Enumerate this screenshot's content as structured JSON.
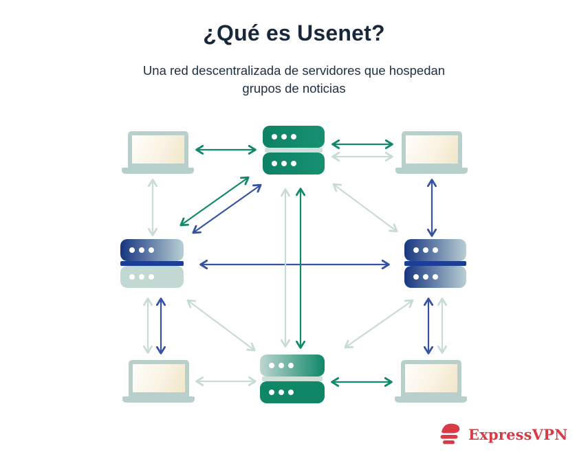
{
  "header": {
    "title": "¿Qué es Usenet?",
    "subtitle": "Una red descentralizada de servidores que hospedan grupos de noticias"
  },
  "brand": {
    "name": "ExpressVPN",
    "logo_icon": "expressvpn-flag-icon",
    "color": "#da3a44"
  },
  "colors": {
    "green": "#12886b",
    "navy_arrow": "#3553a2",
    "navy_dark": "#1c3e97",
    "pale": "#c9dbd6",
    "laptop_body": "#b7d0cb",
    "screen_cream": "#f1e6c9",
    "heading_text": "#16283a",
    "background": "#ffffff"
  },
  "diagram": {
    "description": "Red Usenet descentralizada: laptops cliente y servidores de noticias interconectados con flechas bidireccionales",
    "nodes": [
      {
        "id": "laptop-top-left",
        "type": "laptop-client"
      },
      {
        "id": "server-top",
        "type": "news-server-green"
      },
      {
        "id": "laptop-top-right",
        "type": "laptop-client"
      },
      {
        "id": "server-left",
        "type": "news-server-blue"
      },
      {
        "id": "server-right",
        "type": "news-server-blue"
      },
      {
        "id": "server-bottom",
        "type": "news-server-green"
      },
      {
        "id": "laptop-bottom-left",
        "type": "laptop-client"
      },
      {
        "id": "laptop-bottom-right",
        "type": "laptop-client"
      }
    ],
    "connections": [
      {
        "from": "laptop-top-left",
        "to": "server-top",
        "colors": [
          "green"
        ],
        "bidirectional": true
      },
      {
        "from": "server-top",
        "to": "laptop-top-right",
        "colors": [
          "green",
          "pale"
        ],
        "bidirectional": true
      },
      {
        "from": "laptop-top-left",
        "to": "server-left",
        "colors": [
          "pale"
        ],
        "bidirectional": true
      },
      {
        "from": "laptop-top-right",
        "to": "server-right",
        "colors": [
          "navy"
        ],
        "bidirectional": true
      },
      {
        "from": "server-top",
        "to": "server-left",
        "colors": [
          "green",
          "navy"
        ],
        "bidirectional": true
      },
      {
        "from": "server-top",
        "to": "server-right",
        "colors": [
          "pale"
        ],
        "bidirectional": true
      },
      {
        "from": "server-left",
        "to": "server-right",
        "colors": [
          "navy"
        ],
        "bidirectional": true
      },
      {
        "from": "server-top",
        "to": "server-bottom",
        "colors": [
          "pale",
          "green"
        ],
        "bidirectional": true
      },
      {
        "from": "server-left",
        "to": "server-bottom",
        "colors": [
          "pale"
        ],
        "bidirectional": true
      },
      {
        "from": "server-right",
        "to": "server-bottom",
        "colors": [
          "pale"
        ],
        "bidirectional": true
      },
      {
        "from": "server-left",
        "to": "laptop-bottom-left",
        "colors": [
          "pale",
          "navy"
        ],
        "bidirectional": true
      },
      {
        "from": "server-right",
        "to": "laptop-bottom-right",
        "colors": [
          "navy",
          "pale"
        ],
        "bidirectional": true
      },
      {
        "from": "laptop-bottom-left",
        "to": "server-bottom",
        "colors": [
          "pale"
        ],
        "bidirectional": true
      },
      {
        "from": "server-bottom",
        "to": "laptop-bottom-right",
        "colors": [
          "green"
        ],
        "bidirectional": true
      }
    ]
  }
}
